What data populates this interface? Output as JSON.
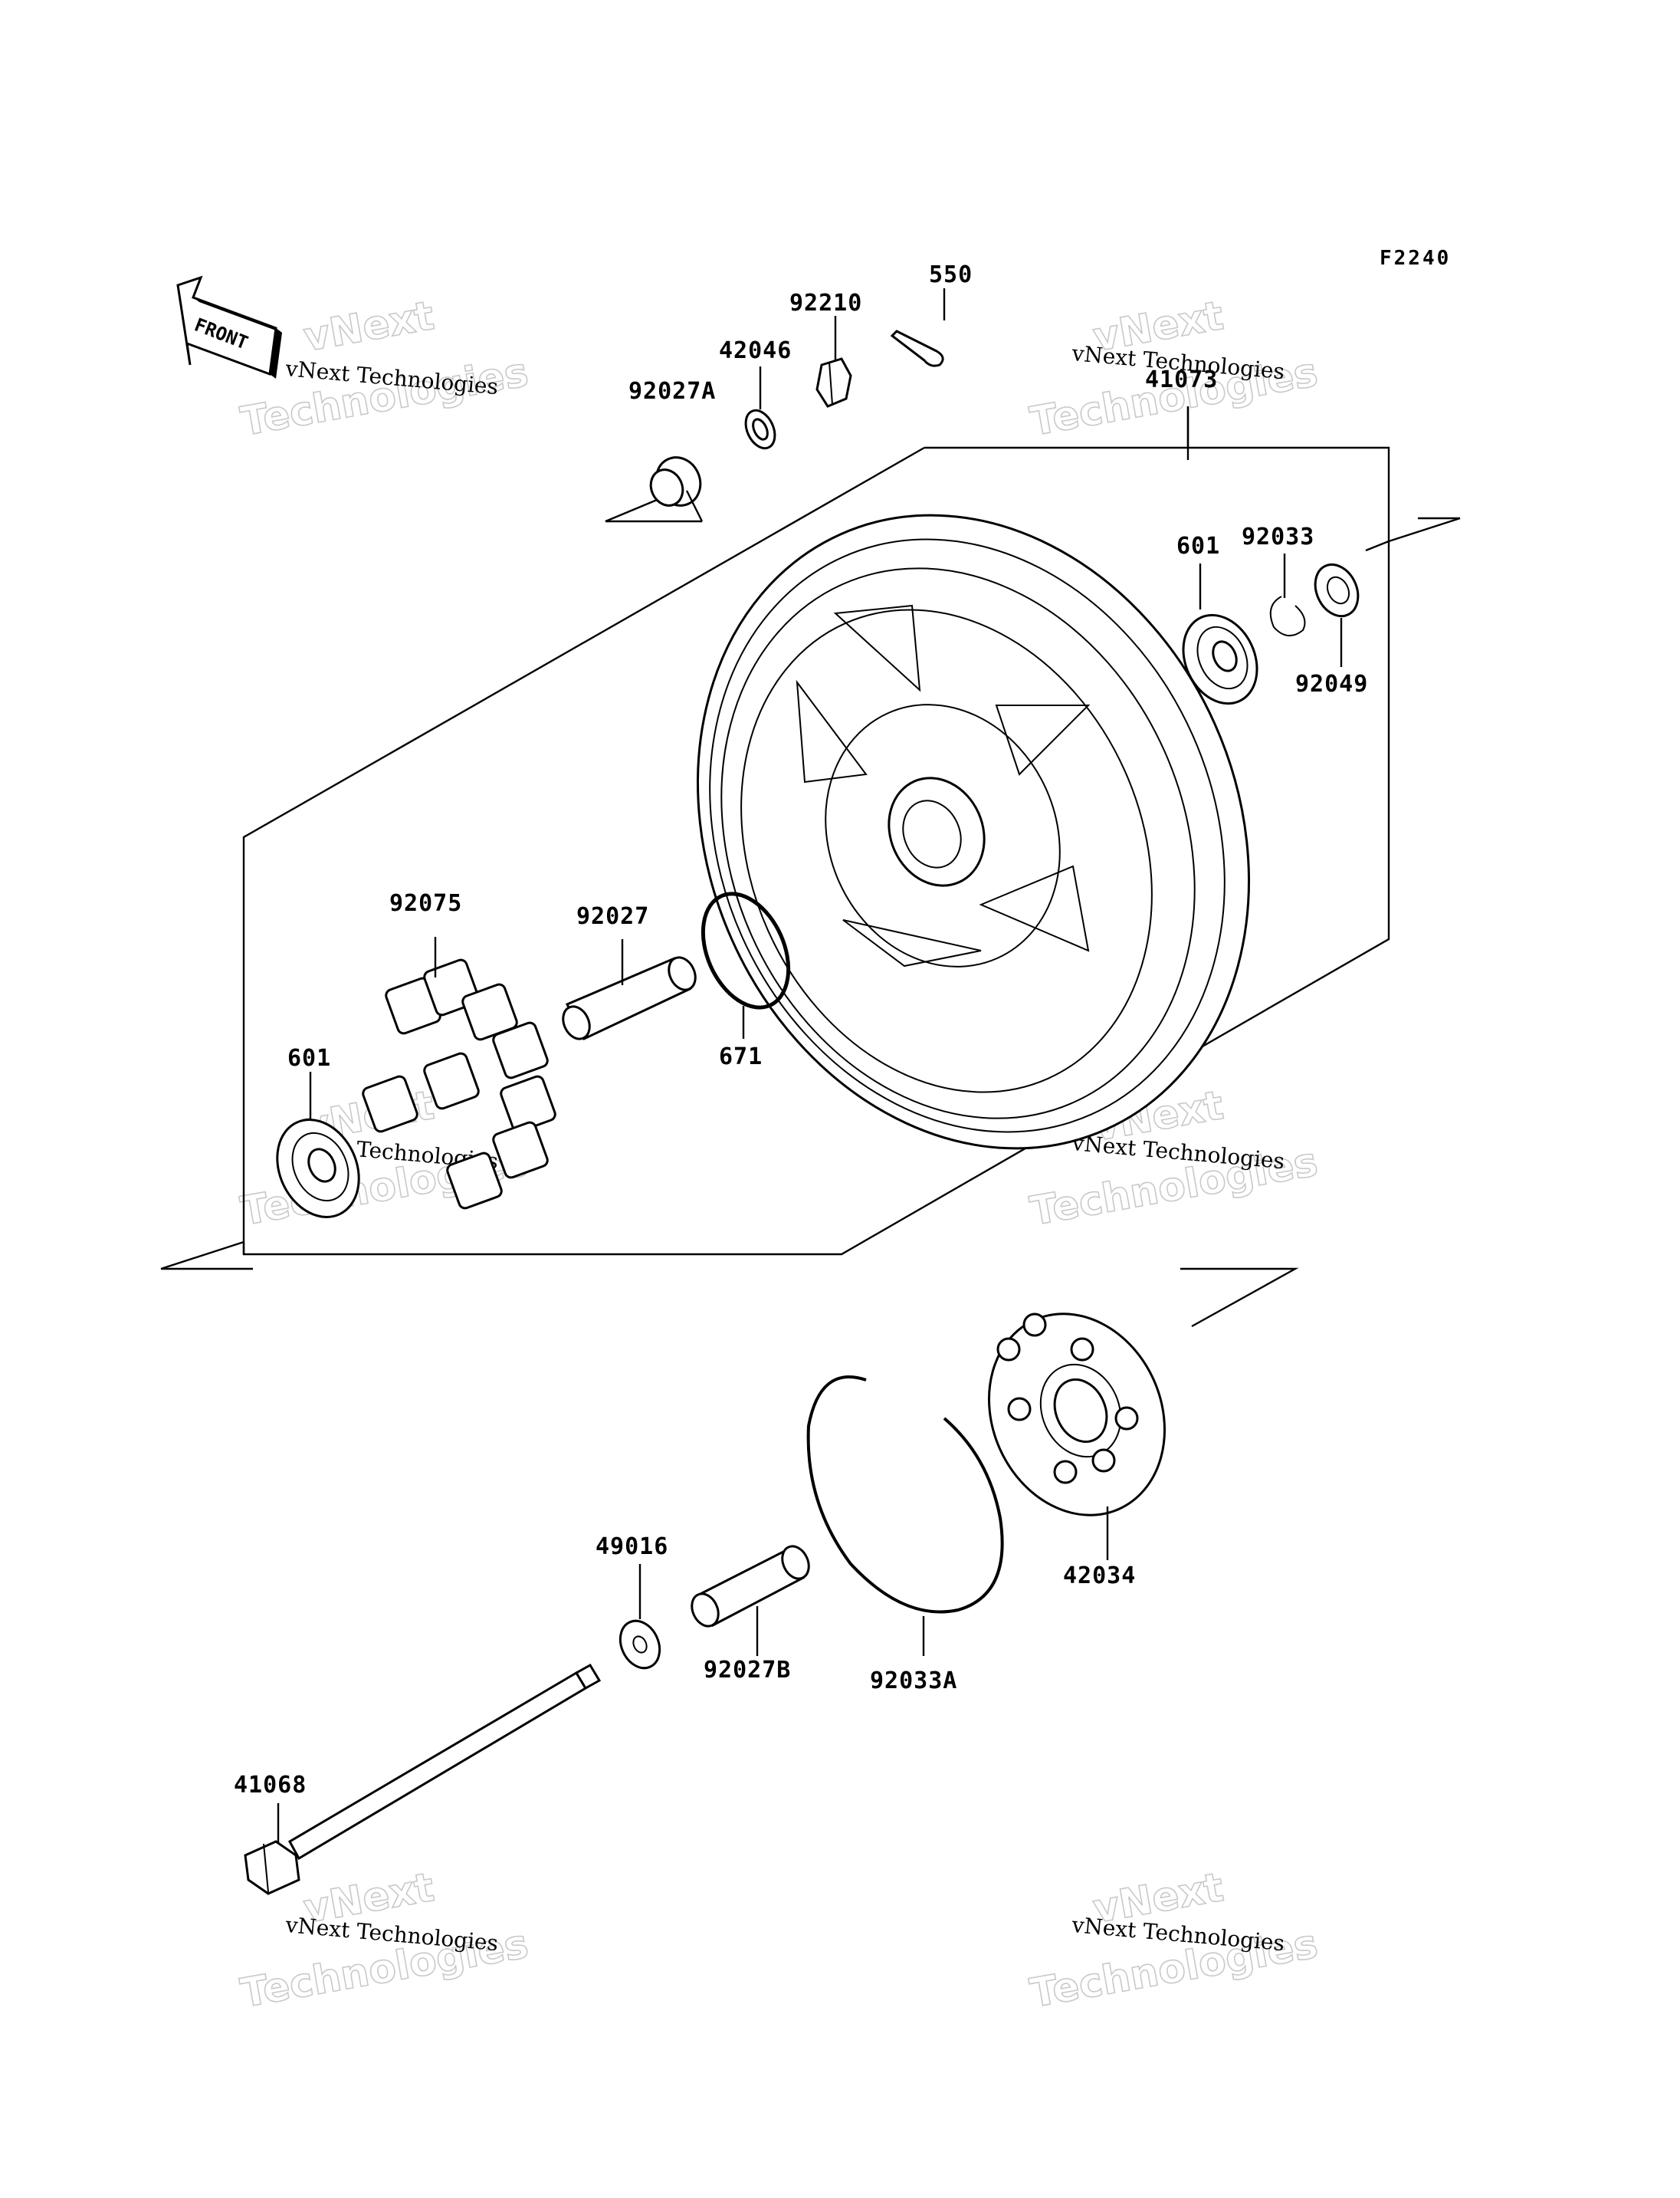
{
  "figure_code": "F2240",
  "front_label": "FRONT",
  "watermark": {
    "small": "vNext Technologies",
    "big_top": "vNext",
    "big_bottom": "Technologies"
  },
  "parts": {
    "p550": "550",
    "p92210": "92210",
    "p42046": "42046",
    "p92027A": "92027A",
    "p41073": "41073",
    "p601_right": "601",
    "p92033": "92033",
    "p92049": "92049",
    "p92075": "92075",
    "p92027": "92027",
    "p671": "671",
    "p601_left": "601",
    "p49016": "49016",
    "p92027B": "92027B",
    "p92033A": "92033A",
    "p42034": "42034",
    "p41068": "41068"
  }
}
